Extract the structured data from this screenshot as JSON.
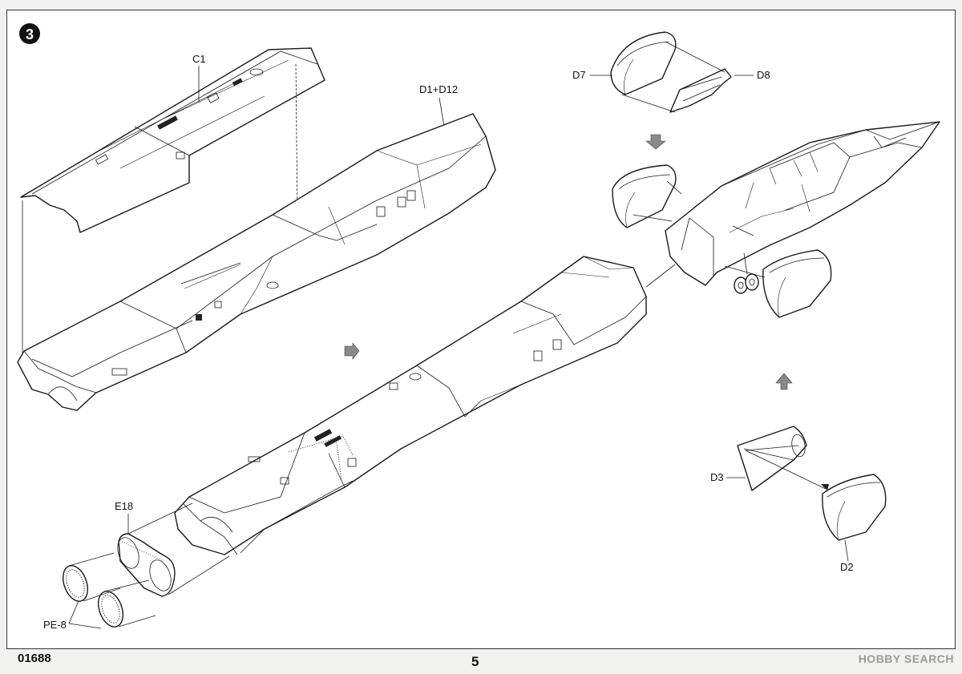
{
  "step_number": "3",
  "catalog_number": "01688",
  "page_number": "5",
  "watermark_text": "HOBBY SEARCH",
  "part_labels": {
    "c1": "C1",
    "d1_d12": "D1+D12",
    "d7": "D7",
    "d8": "D8",
    "d3": "D3",
    "d2": "D2",
    "e18": "E18",
    "pe8": "PE-8"
  },
  "direction_arrows": [
    "down",
    "right",
    "up"
  ],
  "colors": {
    "line": "#1a1a1a",
    "paper": "#ffffff",
    "arrow_fill": "#8a8a8a"
  }
}
